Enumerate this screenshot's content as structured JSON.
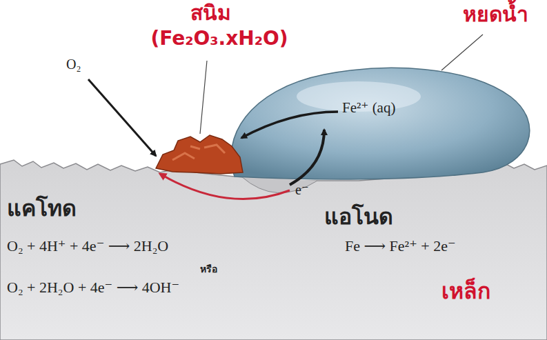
{
  "diagram": {
    "labels": [
      "สนิม",
      "(Fe₂O₃.xH₂O)",
      "หยดน้ำ",
      "O₂",
      "Fe²⁺ (aq)",
      "e⁻",
      "แคโทด",
      "แอโนด",
      "O₂ + 4H⁺ + 4e⁻ ⟶ 2H₂O",
      "Fe ⟶ Fe²⁺ + 2e⁻",
      "หรือ",
      "O₂ + 2H₂O + 4e⁻ ⟶ 4OH⁻",
      "เหล็ก"
    ]
  }
}
